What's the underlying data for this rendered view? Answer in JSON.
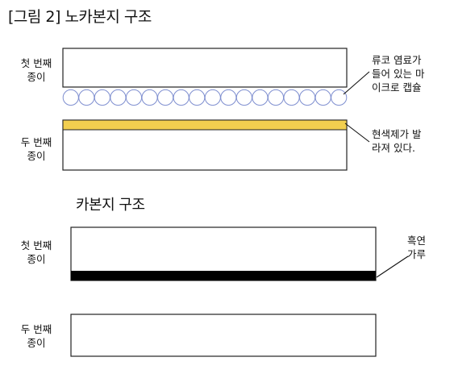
{
  "title": "[그림 2]  노카본지 구조",
  "subtitle": "카본지 구조",
  "ncr": {
    "first_sheet_label": [
      "첫 번째",
      "종이"
    ],
    "second_sheet_label": [
      "두 번째",
      "종이"
    ],
    "capsule_callout": [
      "류코 염료가",
      "들어 있는 마",
      "이크로 캡슐"
    ],
    "developer_callout": [
      "현색제가 발",
      "라져 있다."
    ],
    "capsule_count": 18,
    "developer_color": "#f2cf4f"
  },
  "carbon": {
    "first_sheet_label": [
      "첫 번째",
      "종이"
    ],
    "second_sheet_label": [
      "두 번째",
      "종이"
    ],
    "carbon_callout": [
      "흑연",
      "가루"
    ],
    "carbon_color": "#000000"
  }
}
